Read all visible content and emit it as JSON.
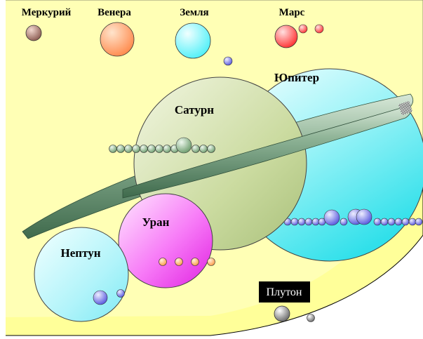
{
  "labels": {
    "mercury": "Меркурий",
    "venus": "Венера",
    "earth": "Земля",
    "mars": "Марс",
    "jupiter": "Юпитер",
    "saturn": "Сатурн",
    "uranus": "Уран",
    "neptune": "Нептун",
    "pluto": "Плутон"
  },
  "colors": {
    "sun": "#ffff99",
    "mercury": "#b07a6e",
    "venus": "#ff9966",
    "earth": "#66ffff",
    "mars": "#ff6666",
    "jupiter": "#33e6e6",
    "saturn": "#c8d896",
    "saturn_ring": "#5f8a6a",
    "uranus": "#ee33ee",
    "neptune": "#88eef8",
    "moon_blue": "#6666ee",
    "moon_green": "#88b888",
    "moon_orange": "#ffaa66",
    "pluto": "#888888",
    "pluto_label_bg": "#000000"
  }
}
